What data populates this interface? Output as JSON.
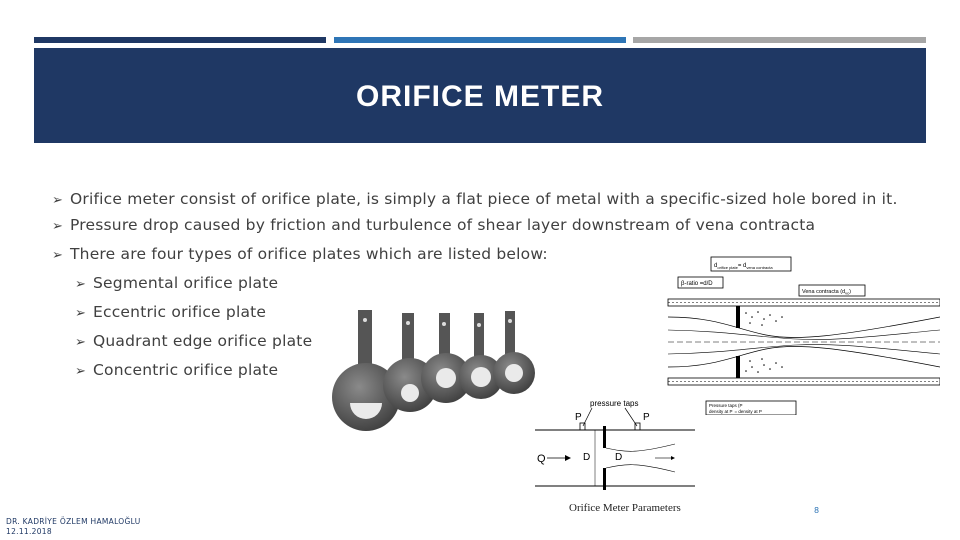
{
  "slide": {
    "title": "ORIFICE METER",
    "bullets": [
      "Orifice meter consist of orifice plate, is simply a flat piece of metal with a specific-sized hole bored in it.",
      "Pressure drop caused by friction and turbulence of shear layer downstream of vena contracta",
      "There are four types of orifice plates which are listed below:"
    ],
    "sub_bullets": [
      "Segmental orifice plate",
      "Eccentric orifice plate",
      "Quadrant edge orifice plate",
      "Concentric orifice plate"
    ],
    "footer_author": "DR. KADRİYE ÖZLEM HAMALOĞLU",
    "footer_date": "12.11.2018",
    "page_number": "8"
  },
  "figures": {
    "flow_diagram": {
      "label_dorifice": "d",
      "label_orifice_sub": "orifice plate",
      "label_vena_eq": "= d",
      "label_vena_sub": "vena contracta",
      "label_beta": "β-ratio =d/D",
      "label_vena": "Vena contracta (d",
      "label_vena_tail": "vc",
      "label_pressure1": "Pressure taps (P",
      "label_pressure2": "density at P",
      "label_pressure3": "= density at P"
    },
    "meter_diagram": {
      "label_taps": "pressure taps",
      "label_p1": "P",
      "label_p2": "P",
      "label_q": "Q",
      "label_d1": "D",
      "label_d2": "D",
      "caption": "Orifice Meter Parameters"
    }
  },
  "colors": {
    "header_bg": "#1f3864",
    "accent_blue": "#2e75b6",
    "accent_gray": "#a6a6a6"
  },
  "icons": {
    "bullet": "arrowhead-bullet-icon"
  }
}
